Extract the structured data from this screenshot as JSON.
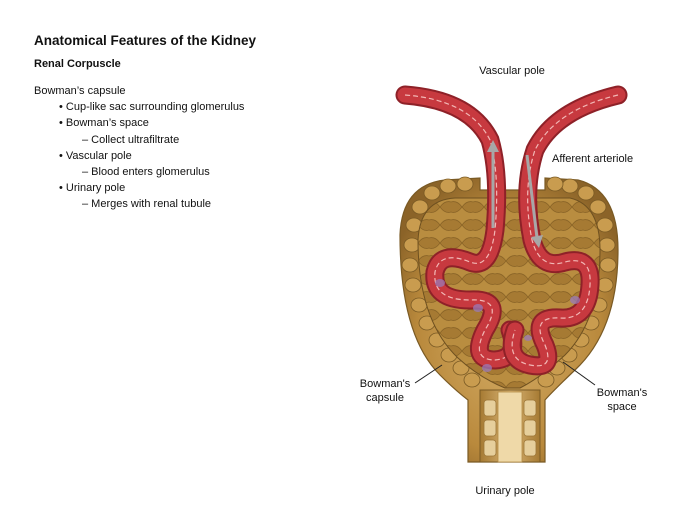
{
  "title": "Anatomical Features of the Kidney",
  "subtitle": "Renal Corpuscle",
  "outline": [
    {
      "level": 0,
      "text": "Bowman’s capsule"
    },
    {
      "level": 1,
      "text": "• Cup-like sac surrounding glomerulus"
    },
    {
      "level": 1,
      "text": "• Bowman’s space"
    },
    {
      "level": 2,
      "text": "– Collect ultrafiltrate"
    },
    {
      "level": 1,
      "text": "• Vascular pole"
    },
    {
      "level": 2,
      "text": "– Blood enters glomerulus"
    },
    {
      "level": 1,
      "text": "• Urinary pole"
    },
    {
      "level": 2,
      "text": "– Merges with renal tubule"
    }
  ],
  "diagram": {
    "labels": {
      "vascular_pole": "Vascular pole",
      "afferent_arteriole": "Afferent arteriole",
      "bowmans_capsule": "Bowman's\ncapsule",
      "bowmans_space": "Bowman's\nspace",
      "urinary_pole": "Urinary pole"
    },
    "colors": {
      "capsule": "#b9893c",
      "capsule_dark": "#7a5a24",
      "capsule_light": "#e2c48a",
      "vessel": "#c7393f",
      "vessel_dark": "#8e2128",
      "vessel_dash": "#f2b7b5",
      "podocyte": "#9a7ab8",
      "arrow": "#a7a7a7"
    }
  }
}
